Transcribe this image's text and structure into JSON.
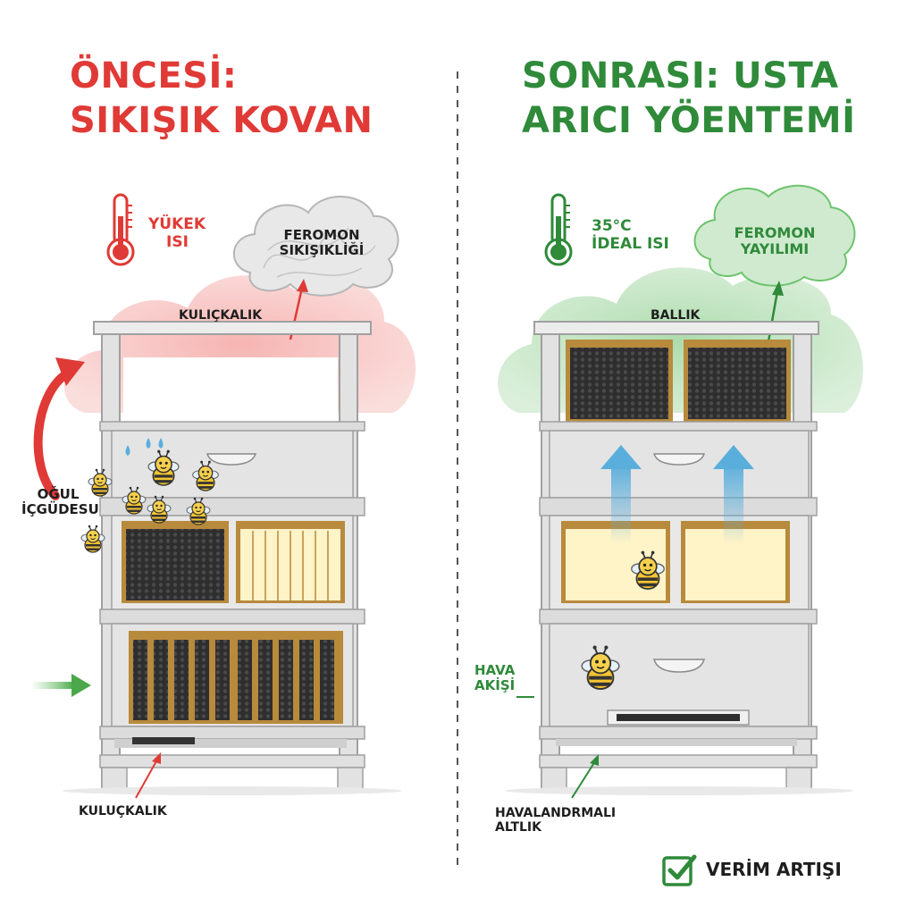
{
  "before": {
    "title_line1": "ÖNCESİ:",
    "title_line2": "SIKIŞIK KOVAN",
    "temperature_label_line1": "YÜKEK",
    "temperature_label_line2": "ISI",
    "pheromone_cloud_line1": "FEROMON",
    "pheromone_cloud_line2": "SIKIŞIKLİĞİ",
    "top_box_label": "KULIÇKALIK",
    "swarm_label_line1": "OĞUL",
    "swarm_label_line2": "İÇGÜDESU",
    "bottom_label": "KULUÇKALIK"
  },
  "after": {
    "title_line1": "SONRASI: USTA",
    "title_line2": "ARICI YÖENTEMİ",
    "temperature_label_line1": "35°C",
    "temperature_label_line2": "İDEAL ISI",
    "pheromone_cloud_line1": "FEROMON",
    "pheromone_cloud_line2": "YAYILIMI",
    "top_box_label": "BALLIK",
    "airflow_label_line1": "HAVA",
    "airflow_label_line2": "AKİŞİ",
    "bottom_label_line1": "HAVALANDRMALI",
    "bottom_label_line2": "ALTLIK",
    "result_label": "VERİM ARTIŞI"
  },
  "colors": {
    "before_accent": "#e03a36",
    "after_accent": "#2f8a3a",
    "hive_body": "#e6e6e6",
    "hive_outline": "#9a9a9a",
    "frame_wood": "#b88a3c",
    "comb_dark": "#2e2e2e",
    "honey_light": "#fff3c8",
    "airflow_arrow": "#5aaedc"
  },
  "icons": [
    "thermometer-icon",
    "bee-icon",
    "water-drop-icon",
    "check-icon",
    "arrow-icon"
  ]
}
